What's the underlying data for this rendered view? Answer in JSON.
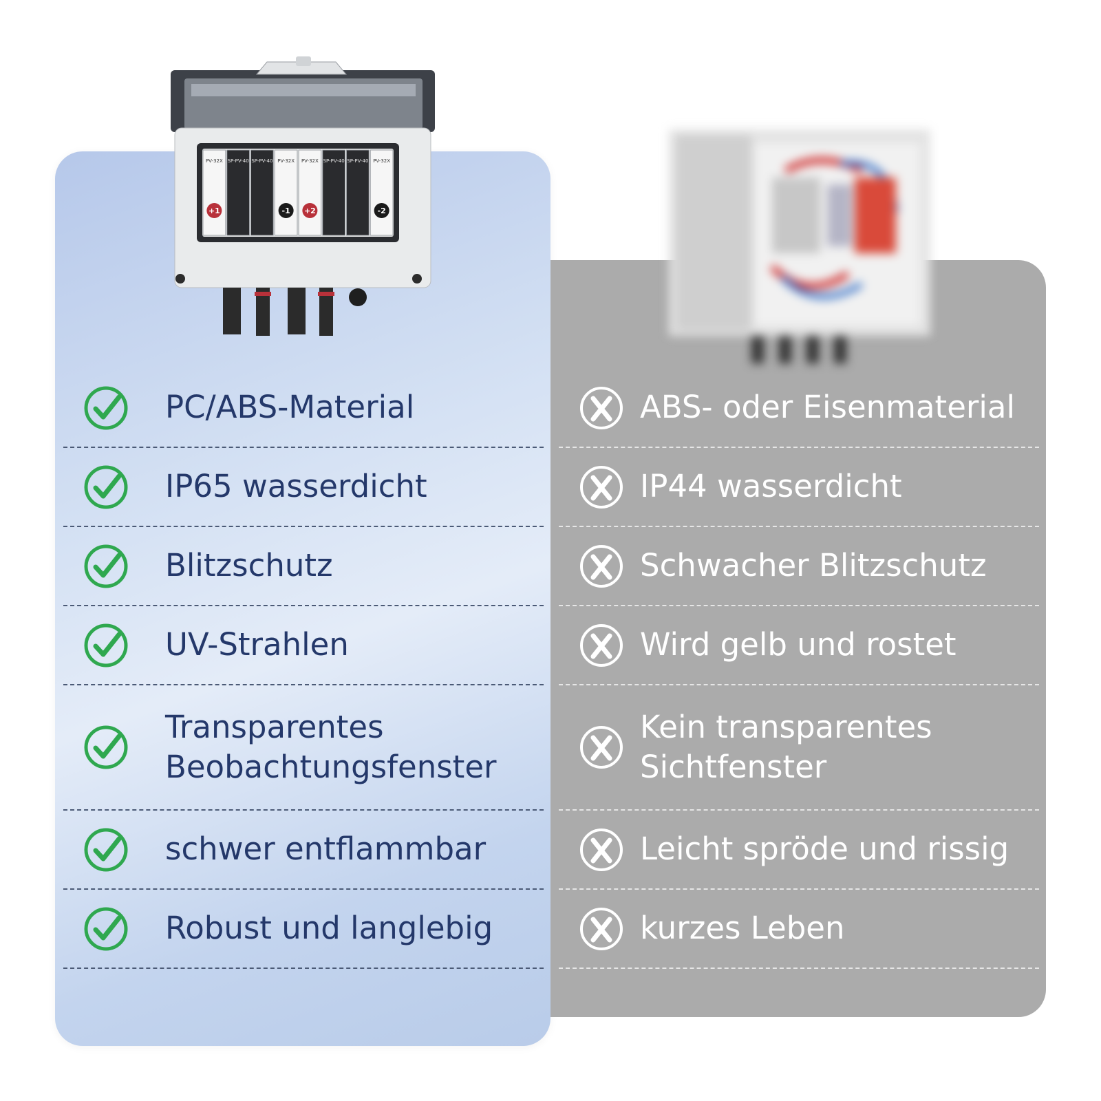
{
  "comparison": {
    "good_items": [
      {
        "label": "PC/ABS-Material"
      },
      {
        "label": "IP65 wasserdicht"
      },
      {
        "label": "Blitzschutz"
      },
      {
        "label": "UV-Strahlen"
      },
      {
        "label": "Transparentes Beobachtungsfenster"
      },
      {
        "label": "schwer entflammbar"
      },
      {
        "label": "Robust und langlebig"
      }
    ],
    "bad_items": [
      {
        "label": "ABS- oder Eisenmaterial"
      },
      {
        "label": "IP44 wasserdicht"
      },
      {
        "label": "Schwacher Blitzschutz"
      },
      {
        "label": "Wird gelb und rostet"
      },
      {
        "label": "Kein transparentes Sichtfenster"
      },
      {
        "label": "Leicht spröde und rissig"
      },
      {
        "label": "kurzes Leben"
      }
    ]
  },
  "product": {
    "modules": [
      {
        "label": "PV-32X",
        "badge": "+1",
        "badge_color": "#b8313a"
      },
      {
        "label": "SP-PV-40"
      },
      {
        "label": "SP-PV-40"
      },
      {
        "label": "PV-32X",
        "badge": "-1",
        "badge_color": "#1a1a1a"
      },
      {
        "label": "PV-32X",
        "badge": "+2",
        "badge_color": "#b8313a"
      },
      {
        "label": "SP-PV-40"
      },
      {
        "label": "SP-PV-40"
      },
      {
        "label": "PV-32X",
        "badge": "-2",
        "badge_color": "#1a1a1a"
      }
    ]
  },
  "colors": {
    "good_panel": "#c8d8f0",
    "bad_panel": "#ababab",
    "check_green": "#2fa84f",
    "good_text": "#24386a",
    "bad_text": "#ffffff"
  },
  "icons": {
    "good": "check-circle-icon",
    "bad": "x-circle-icon"
  }
}
